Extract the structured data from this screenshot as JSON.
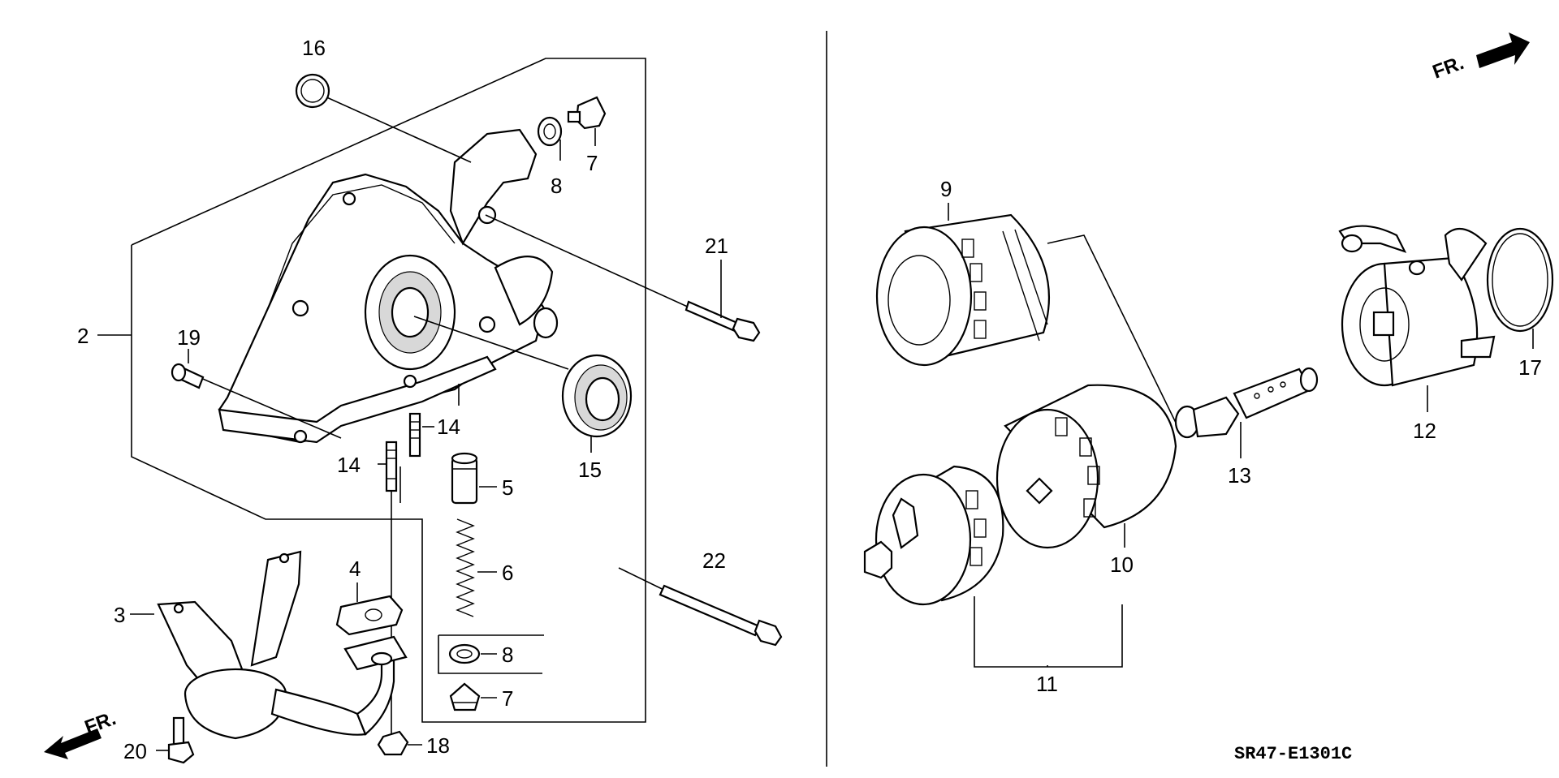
{
  "diagram": {
    "code": "SR47-E1301C",
    "front_left": "FR.",
    "front_right": "FR.",
    "callouts": {
      "c2": "2",
      "c3": "3",
      "c4": "4",
      "c5": "5",
      "c6": "6",
      "c7a": "7",
      "c7b": "7",
      "c8a": "8",
      "c8b": "8",
      "c9": "9",
      "c10": "10",
      "c11": "11",
      "c12": "12",
      "c13": "13",
      "c14a": "14",
      "c14b": "14",
      "c15": "15",
      "c16": "16",
      "c17": "17",
      "c18": "18",
      "c19": "19",
      "c20": "20",
      "c21": "21",
      "c22": "22"
    }
  }
}
